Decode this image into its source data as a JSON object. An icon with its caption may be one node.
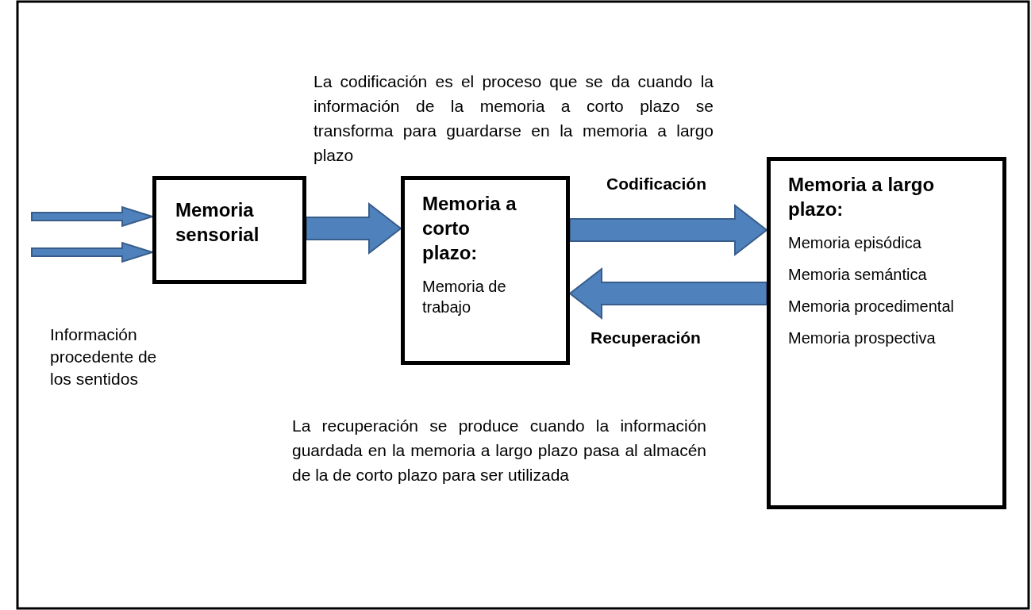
{
  "diagram": {
    "nodes": [
      {
        "text": [
          "Memoria sensorial"
        ]
      },
      {
        "text": [
          "Memoria a corto plazo:",
          "Memoria de trabajo"
        ]
      },
      {
        "text": [
          "Memoria a largo plazo:",
          "Memoria episódica",
          "Memoria semántica",
          "Memoria procedimental",
          "Memoria prospectiva"
        ]
      }
    ],
    "edges": [
      {
        "from": null,
        "to": 0,
        "arrow": "to"
      },
      {
        "from": null,
        "to": 0,
        "arrow": "to"
      },
      {
        "from": 0,
        "to": 1,
        "arrow": "to"
      },
      {
        "from": 1,
        "to": 2,
        "arrow": "to",
        "label": "Codificación"
      },
      {
        "from": 2,
        "to": 1,
        "arrow": "to",
        "label": "Recuperación"
      }
    ],
    "labels": [
      "La codificación es el proceso que se da cuando la información de la memoria a corto plazo se transforma para guardarse en la memoria a largo plazo",
      "Información procedente de los sentidos",
      "La recuperación se produce cuando la información guardada en la memoria a largo plazo pasa al almacén de la de corto plazo para ser utilizada"
    ]
  }
}
